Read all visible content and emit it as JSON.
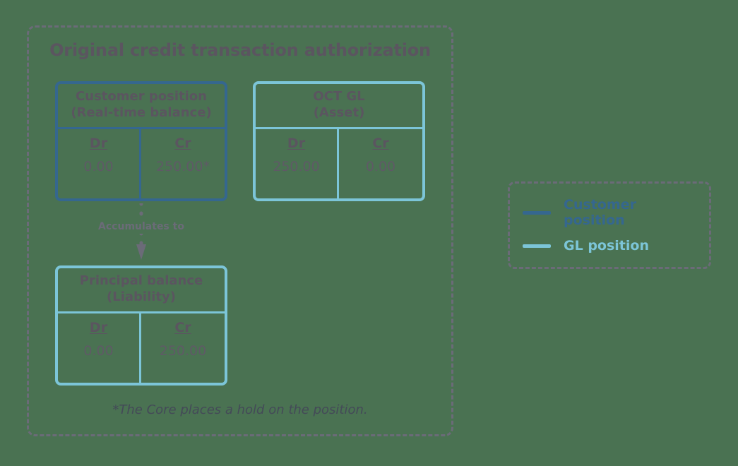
{
  "scenario": {
    "title": "Original credit transaction authorization",
    "footnote": "*The Core places a hold on the position.",
    "connector_label": "Accumulates to"
  },
  "accounts": [
    {
      "id": "customer-position",
      "title_line1": "Customer position",
      "title_line2": "(Real-time balance)",
      "type": "customer",
      "columns": [
        {
          "header": "Dr",
          "value": "0.00"
        },
        {
          "header": "Cr",
          "value": "250.00*"
        }
      ]
    },
    {
      "id": "oct-gl",
      "title_line1": "OCT GL",
      "title_line2": "(Asset)",
      "type": "gl",
      "columns": [
        {
          "header": "Dr",
          "value": "250.00"
        },
        {
          "header": "Cr",
          "value": "0.00"
        }
      ]
    },
    {
      "id": "principal-balance",
      "title_line1": "Principal balance",
      "title_line2": "(Liability)",
      "type": "gl",
      "columns": [
        {
          "header": "Dr",
          "value": "0.00"
        },
        {
          "header": "Cr",
          "value": "250.00"
        }
      ]
    }
  ],
  "legend": {
    "items": [
      {
        "label": "Customer position",
        "color": "#35678f"
      },
      {
        "label": "GL position",
        "color": "#7cc5d8"
      }
    ]
  },
  "colors": {
    "background": "#4a7252",
    "customer_position": "#35678f",
    "gl_position": "#7cc5d8",
    "dashed_border": "#6b6b78",
    "heading_text": "#5b5560",
    "footnote_text": "#444a58"
  }
}
